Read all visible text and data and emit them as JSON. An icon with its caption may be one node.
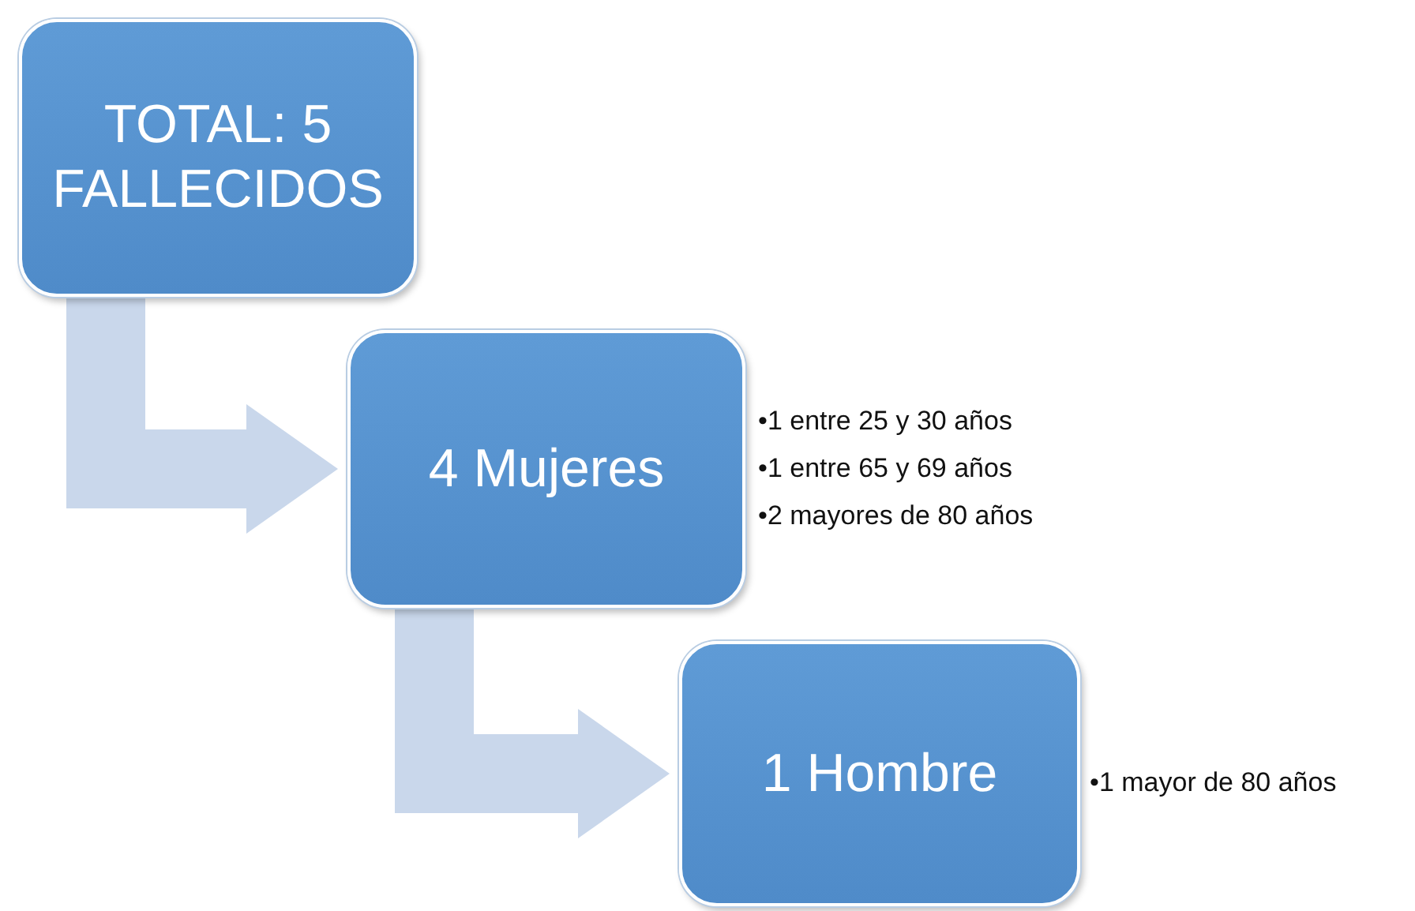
{
  "diagram": {
    "nodes": [
      {
        "text": [
          "TOTAL: 5 FALLECIDOS"
        ]
      },
      {
        "text": [
          "4 Mujeres"
        ],
        "beside": [
          "•1 entre 25 y 30 años",
          "•1 entre 65 y 69 años",
          "•2 mayores de 80 años"
        ]
      },
      {
        "text": [
          "1 Hombre"
        ],
        "beside": [
          "•1 mayor de 80 años"
        ]
      }
    ],
    "edges": [
      {
        "from": 0,
        "to": 1,
        "arrow": "to"
      },
      {
        "from": 1,
        "to": 2,
        "arrow": "to"
      }
    ]
  }
}
